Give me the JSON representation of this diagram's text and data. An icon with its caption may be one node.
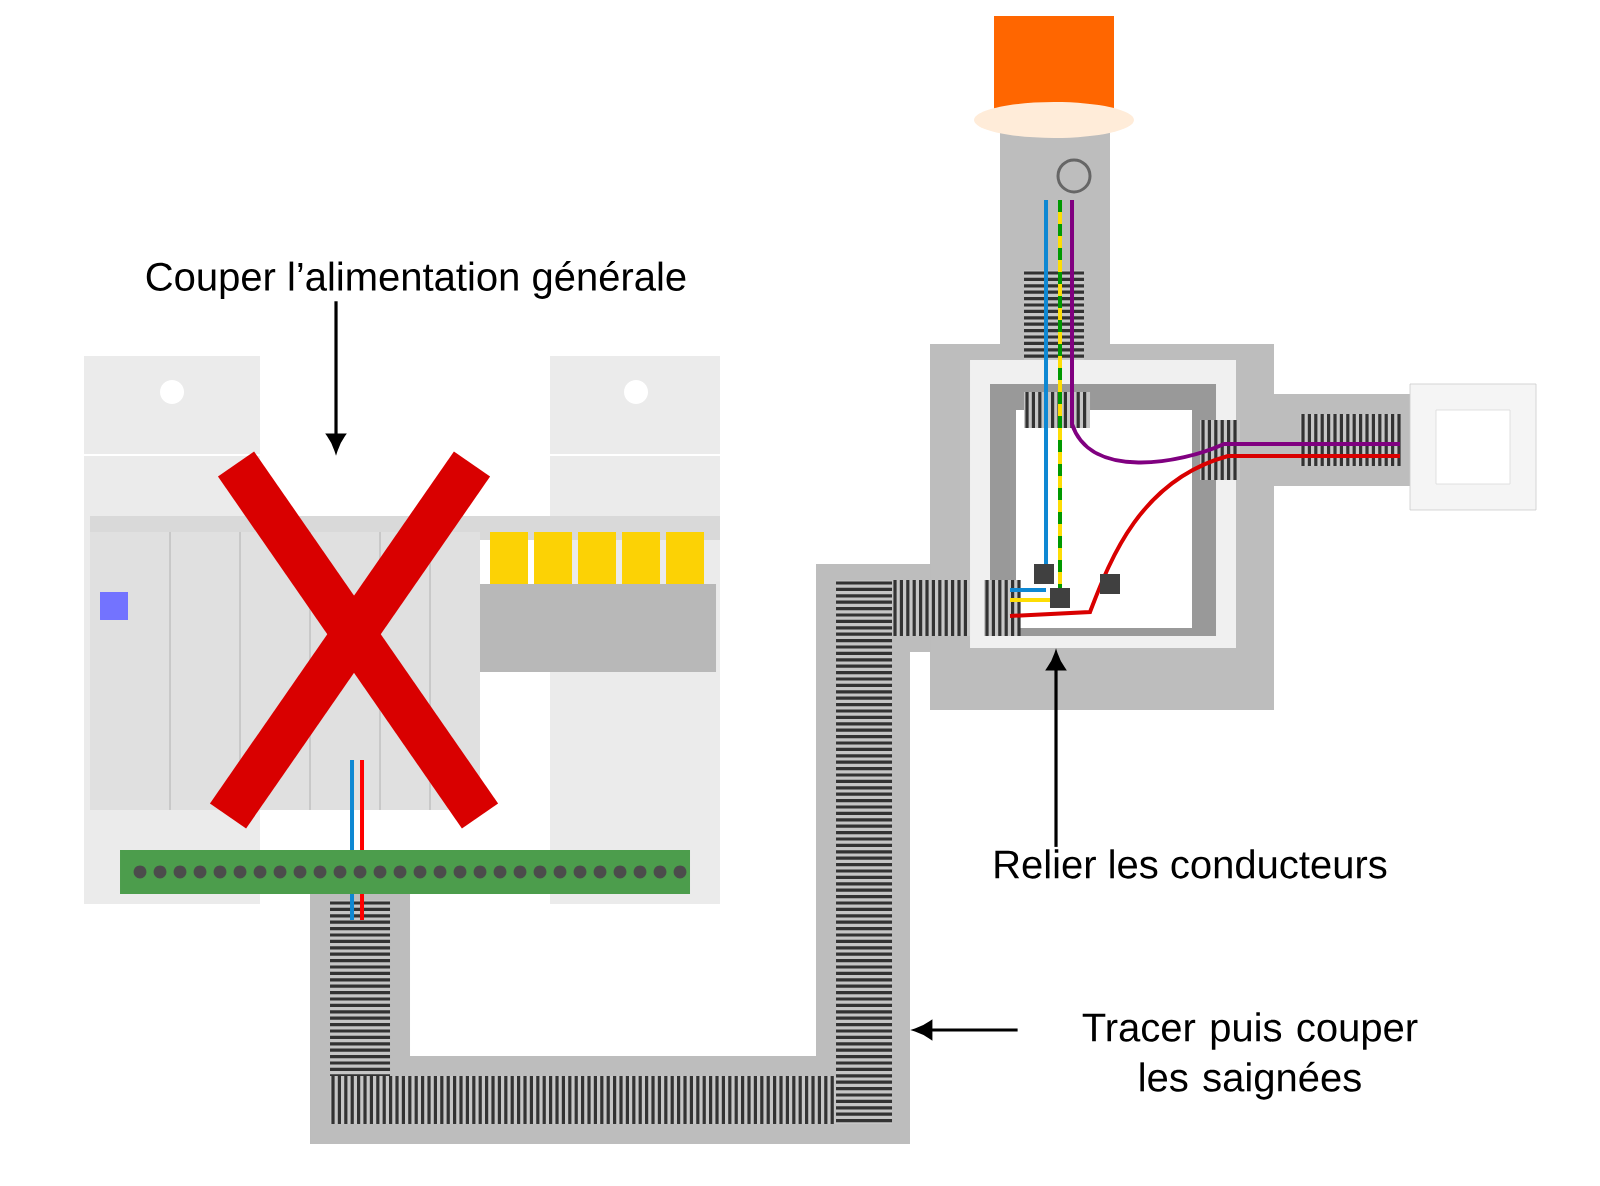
{
  "diagram": {
    "nodes": [
      {
        "text": [
          "Couper l’alimentation générale"
        ]
      },
      {
        "text": [],
        "shape": "picture"
      },
      {
        "text": [
          "Relier les conducteurs"
        ]
      },
      {
        "text": [],
        "shape": "picture"
      },
      {
        "text": [
          "Tracer puis couper les saignées"
        ]
      },
      {
        "text": [],
        "shape": "picture"
      }
    ],
    "edges": [
      {
        "from": 0,
        "to": 1,
        "arrow": "to"
      },
      {
        "from": 2,
        "to": 3,
        "arrow": "to"
      },
      {
        "from": 4,
        "to": 5,
        "arrow": "to"
      }
    ]
  }
}
